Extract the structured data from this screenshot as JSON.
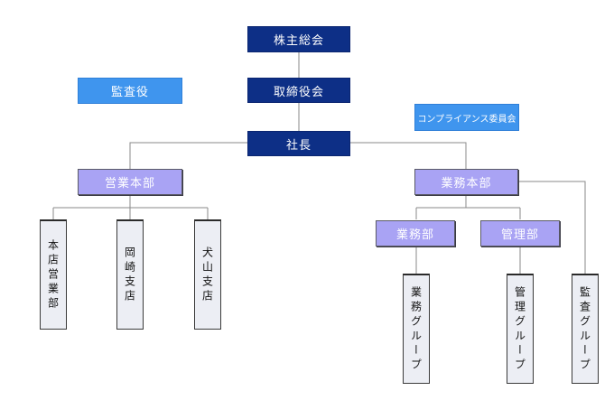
{
  "nodes": {
    "shareholders": "株主総会",
    "board": "取締役会",
    "auditor": "監査役",
    "compliance": "コンプライアンス委員会",
    "president": "社長",
    "sales_hq": "営業本部",
    "business_hq": "業務本部",
    "main_sales": "本店営業部",
    "okazaki": "岡崎支店",
    "inuyama": "犬山支店",
    "business_dept": "業務部",
    "management_dept": "管理部",
    "business_group": "業務グループ",
    "management_group": "管理グループ",
    "audit_group": "監査グループ"
  },
  "colors": {
    "navy": "#0d2f86",
    "sky": "#3f95ee",
    "lavender": "#a9a3f4",
    "pale": "#eceef4",
    "line": "#8a8a8a"
  }
}
